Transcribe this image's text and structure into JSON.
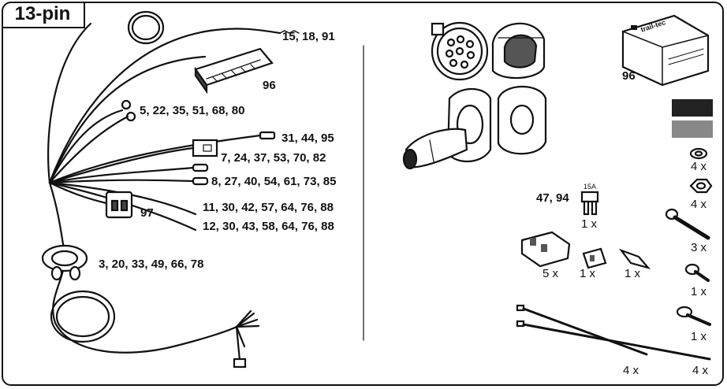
{
  "title": "13-pin",
  "harness_labels": {
    "wire_end_1": "15, 18, 91",
    "connector_96": "96",
    "ring_terminals": "5, 22, 35, 51, 68, 80",
    "terminal_31": "31, 44, 95",
    "connector_7": "7, 24, 37, 53, 70, 82",
    "pins_8": "8, 27, 40, 54, 61, 73, 85",
    "wire_11": "11, 30, 42, 57, 64, 76, 88",
    "wire_12": "12, 30, 43, 58, 64, 76, 88",
    "connector_97": "97",
    "grommet": "3, 20, 33, 49, 66, 78"
  },
  "parts": {
    "module_label": "96",
    "module_brand": "trail-tec",
    "fuse_label": "47, 94",
    "fuse_rating": "15A",
    "fuse_qty": "1 x",
    "washer_qty": "4 x",
    "nut_qty": "4 x",
    "bolt_qty": "3 x",
    "screw_qty": "1 x",
    "tapping_screw_qty": "1 x",
    "connector_block_qty": "5 x",
    "housing_qty": "1 x",
    "crimp_qty": "1 x",
    "cable_tie_1_qty": "4 x",
    "cable_tie_2_qty": "4 x"
  }
}
